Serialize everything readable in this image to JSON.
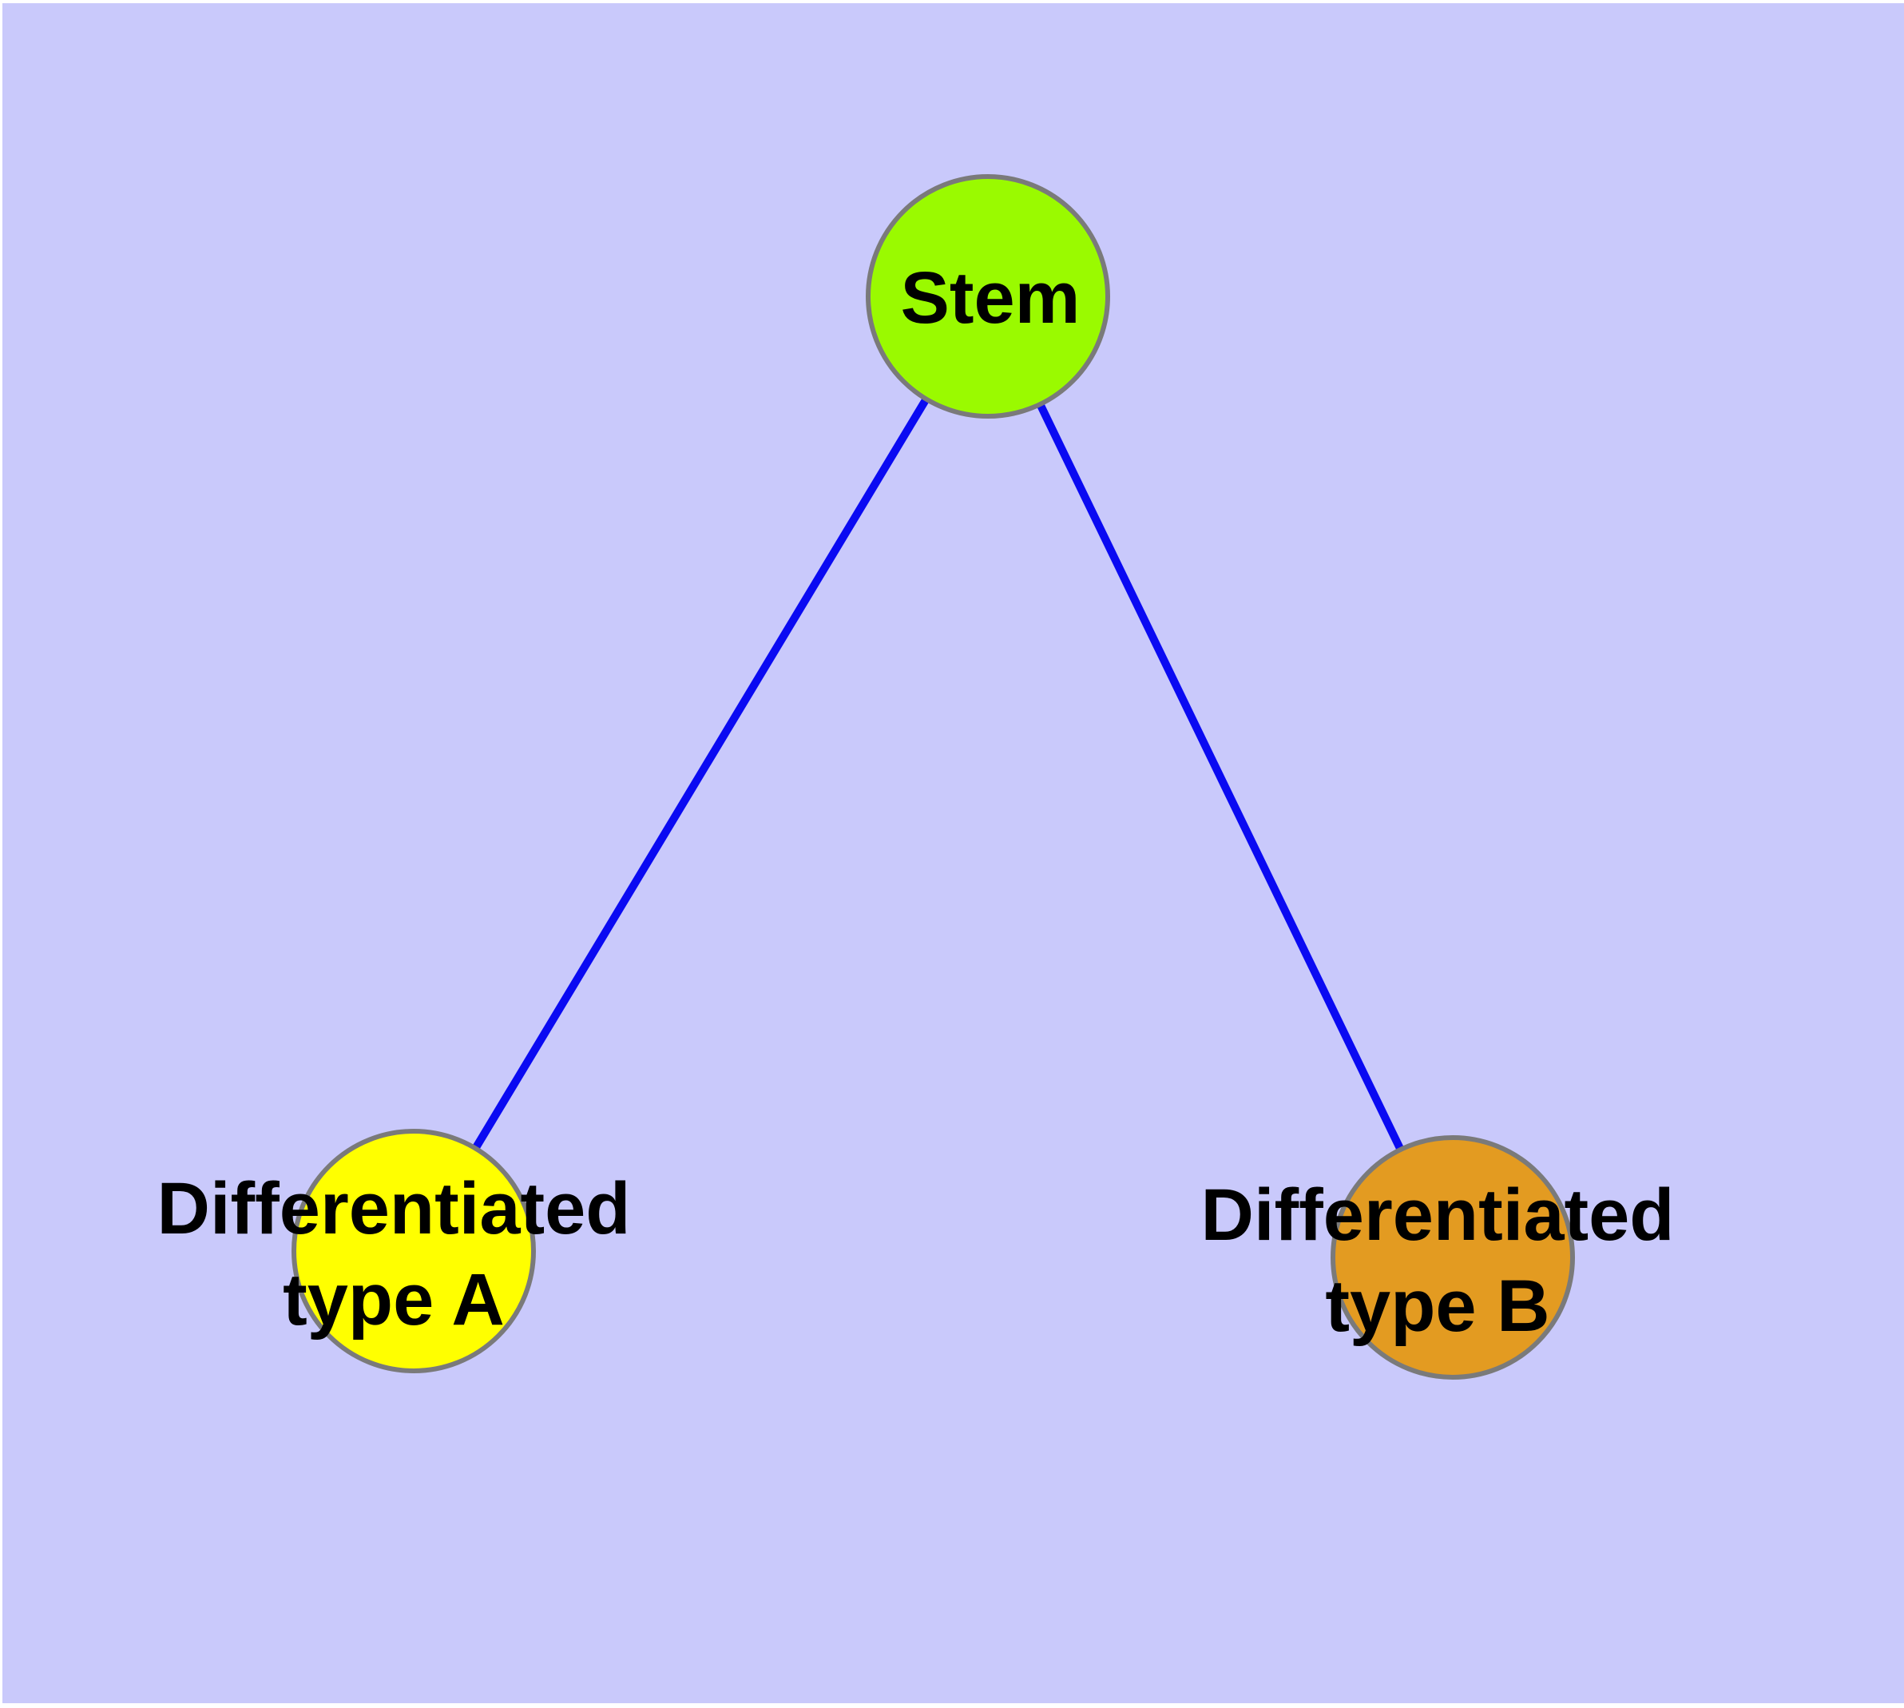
{
  "diagram": {
    "title": "Stem cell differentiation diagram",
    "background_color": "#c9c9fb",
    "edge_color": "#0a0af2",
    "node_border_color": "#7a7a7a",
    "nodes": [
      {
        "id": "stem",
        "fill": "#9afa00",
        "label_lines": [
          "Stem",
          ""
        ]
      },
      {
        "id": "type-a",
        "fill": "#ffff00",
        "label_lines": [
          "Differentiated",
          "type A"
        ]
      },
      {
        "id": "type-b",
        "fill": "#e39b21",
        "label_lines": [
          "Differentiated",
          "type B"
        ]
      }
    ],
    "edges": [
      {
        "from": "stem",
        "to": "type-a"
      },
      {
        "from": "stem",
        "to": "type-b"
      }
    ]
  }
}
